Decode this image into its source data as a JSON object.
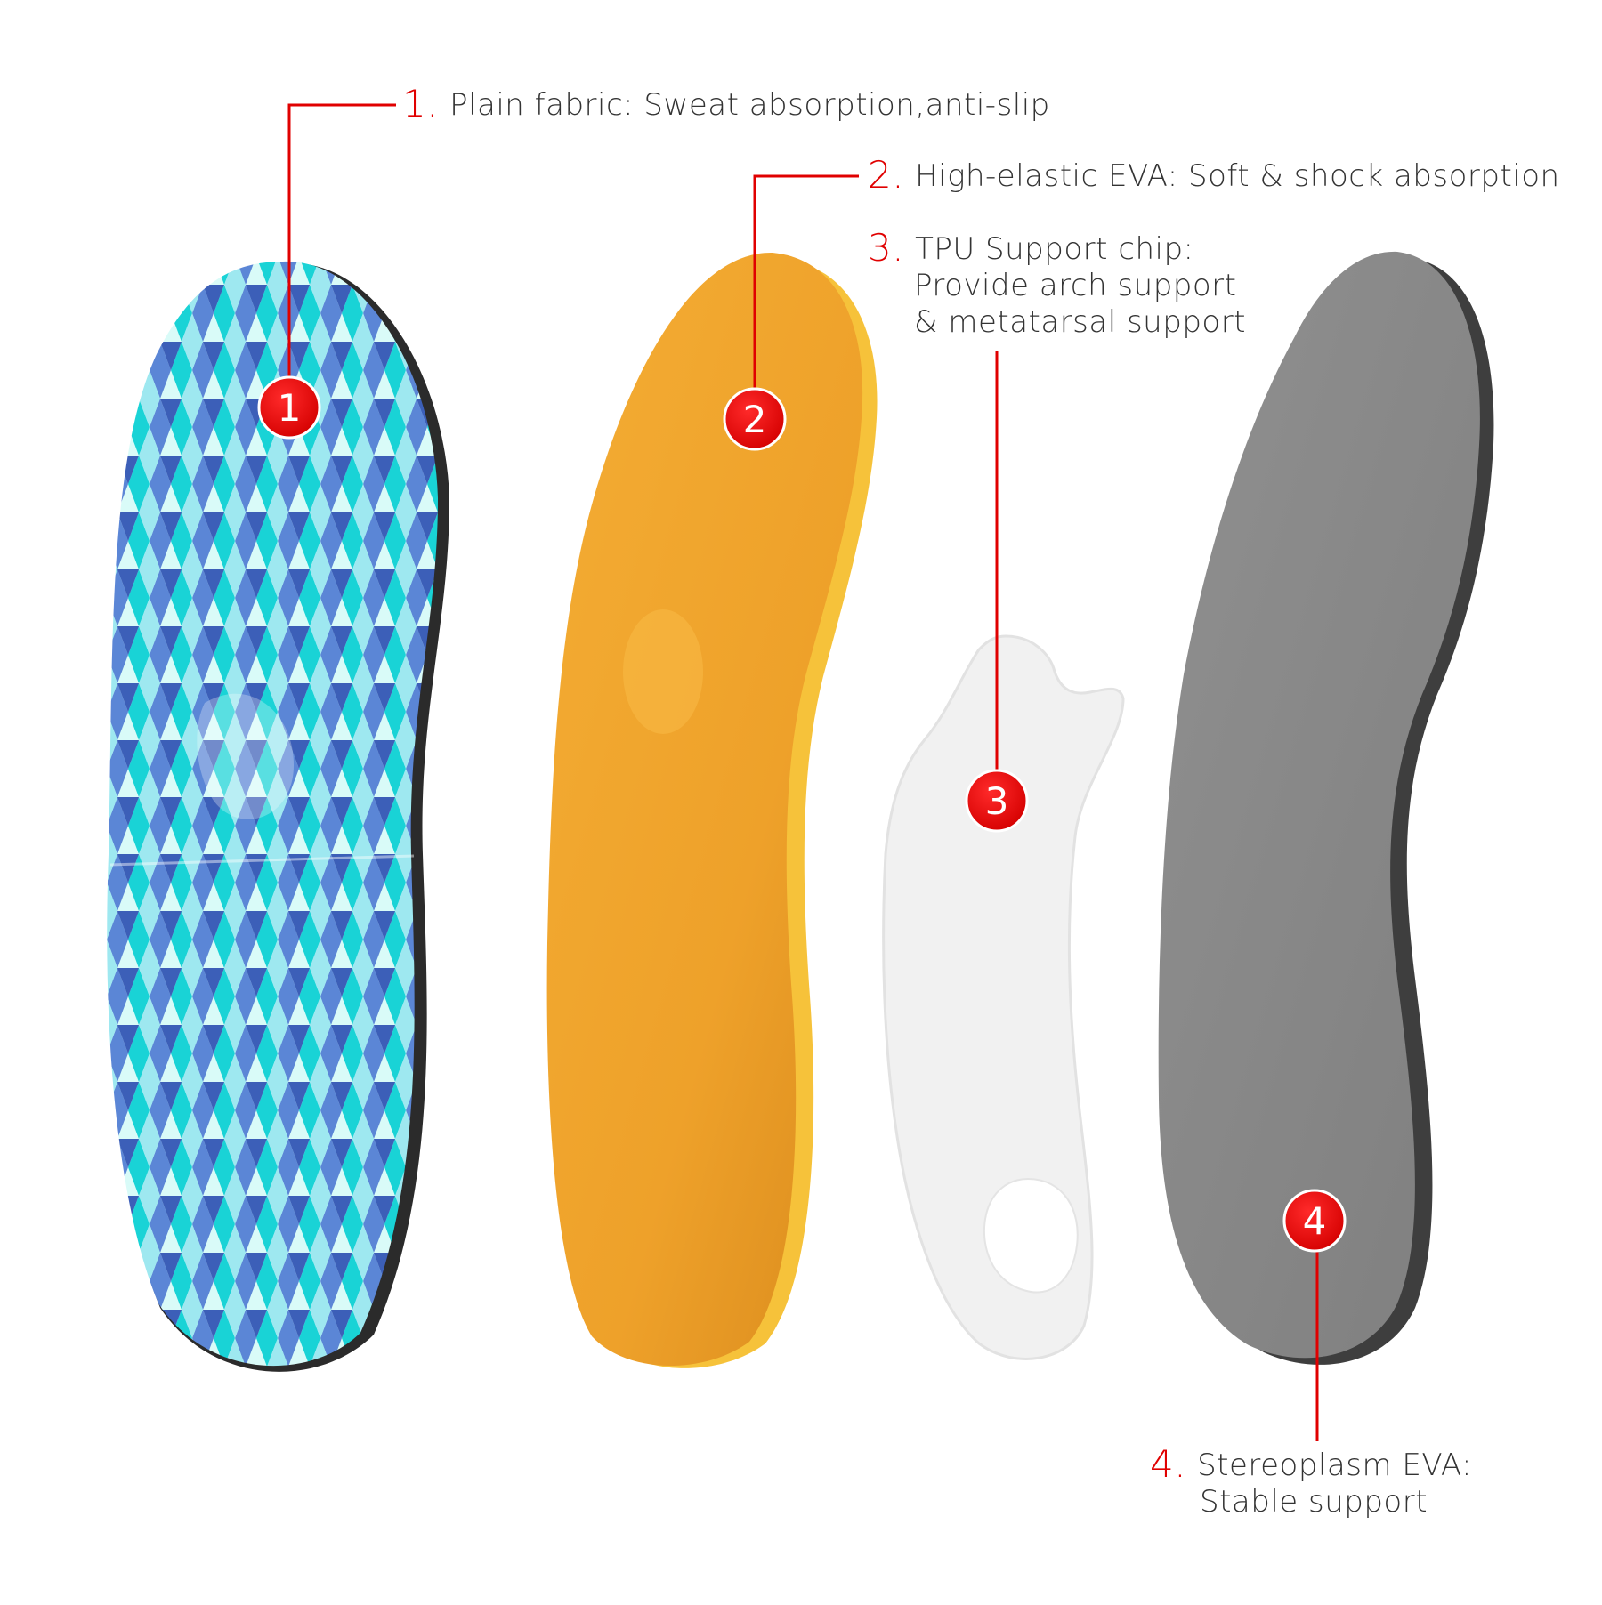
{
  "accent_color": "#e00000",
  "layers": [
    {
      "number": "1",
      "number_label": "1.",
      "lines": [
        "Plain fabric: Sweat absorption,anti-slip"
      ],
      "material": "blue diamond-pattern fabric"
    },
    {
      "number": "2",
      "number_label": "2.",
      "lines": [
        "High-elastic EVA: Soft & shock absorption"
      ],
      "material": "orange EVA foam"
    },
    {
      "number": "3",
      "number_label": "3.",
      "lines": [
        "TPU Support chip:",
        "Provide arch support",
        "& metatarsal support"
      ],
      "material": "translucent white TPU chip"
    },
    {
      "number": "4",
      "number_label": "4.",
      "lines": [
        "Stereoplasm EVA:",
        "Stable support"
      ],
      "material": "grey EVA base"
    }
  ],
  "colors": {
    "fabric_light": "#bff3f0",
    "fabric_cyan": "#19d3d6",
    "fabric_blue": "#5b86d6",
    "fabric_dark": "#3c5fb8",
    "eva_orange": "#f0a22c",
    "tpu_white": "#f2f2f2",
    "base_grey": "#8a8a8a"
  }
}
